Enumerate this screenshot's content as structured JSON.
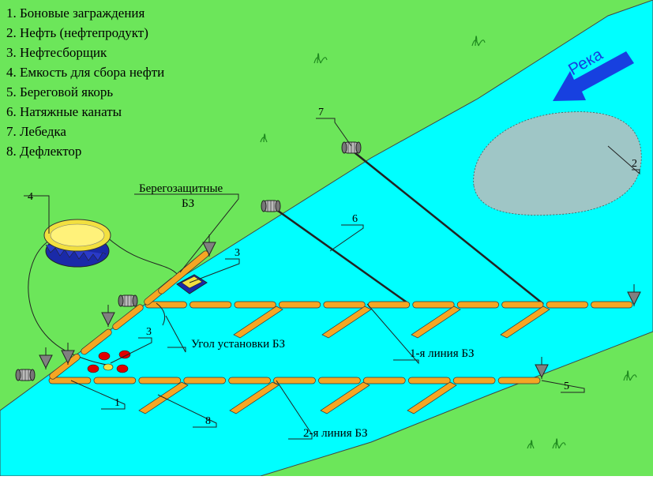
{
  "legend": [
    "1. Боновые заграждения",
    "2. Нефть (нефтепродукт)",
    "3. Нефтесборщик",
    "4. Емкость для сбора нефти",
    "5. Береговой якорь",
    "6. Натяжные канаты",
    "7. Лебедка",
    "8. Дефлектор"
  ],
  "river_label": "Река",
  "labels": {
    "shore_boom_line1": "Берегозащитные",
    "shore_boom_line2": "БЗ",
    "install_angle": "Угол установки БЗ",
    "line1": "1-я линия БЗ",
    "line2": "2-я линия БЗ"
  },
  "callouts": {
    "n1": "1",
    "n2": "2",
    "n3a": "3",
    "n3b": "3",
    "n4": "4",
    "n5": "5",
    "n6": "6",
    "n7": "7",
    "n8": "8"
  },
  "colors": {
    "grass": "#6CE65A",
    "water": "#00FFFF",
    "oil": "#9FC6C6",
    "boom": "#F5A623",
    "arrow": "#1740E0",
    "anchor": "#808080"
  }
}
